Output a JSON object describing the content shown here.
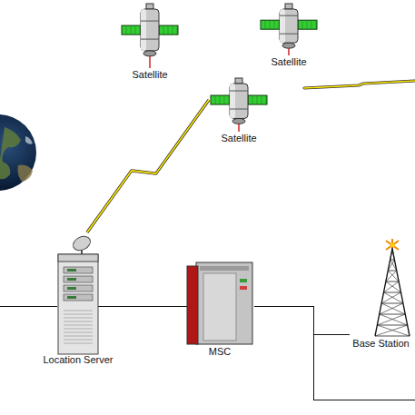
{
  "diagram": {
    "nodes": [
      {
        "text": [
          "Satellite"
        ]
      },
      {
        "text": [
          "Satellite"
        ]
      },
      {
        "text": [
          "Satellite"
        ]
      },
      {
        "text": [
          "Location Server"
        ]
      },
      {
        "text": [
          "MSC"
        ]
      },
      {
        "text": [
          "Base Station"
        ]
      }
    ],
    "edges": [
      {
        "from": 3,
        "to": 2,
        "arrow": "none"
      },
      {
        "from": 3,
        "to": 4,
        "arrow": "none"
      },
      {
        "from": 4,
        "to": 5,
        "arrow": "none"
      }
    ]
  }
}
